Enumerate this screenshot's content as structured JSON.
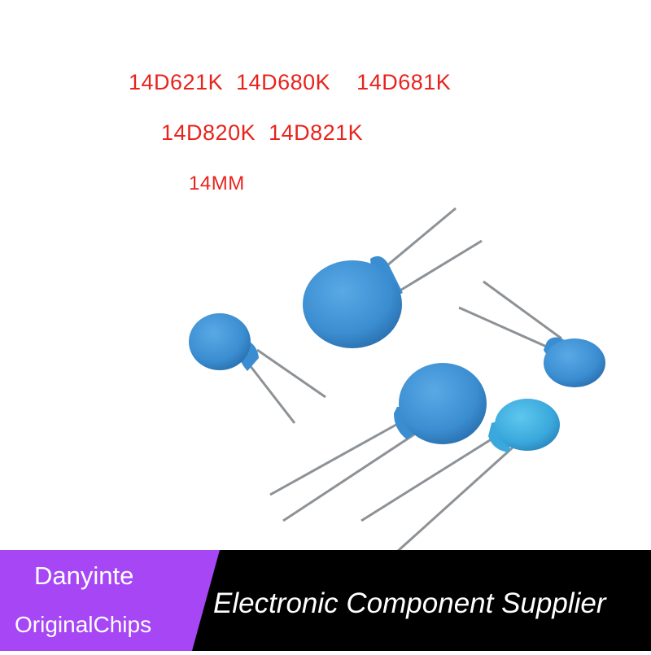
{
  "header": {
    "line1": "14D621K  14D680K    14D681K",
    "line2": "14D820K  14D821K",
    "line3": "14MM"
  },
  "footer": {
    "brand_top": "Danyinte",
    "brand_bottom": "OriginalChips",
    "slogan": "Electronic Component Supplier"
  },
  "colors": {
    "part_text": "#e8231d",
    "varistor_blue": "#3b8fd0",
    "banner_black": "#000000",
    "brand_purple": "#a646f5"
  }
}
